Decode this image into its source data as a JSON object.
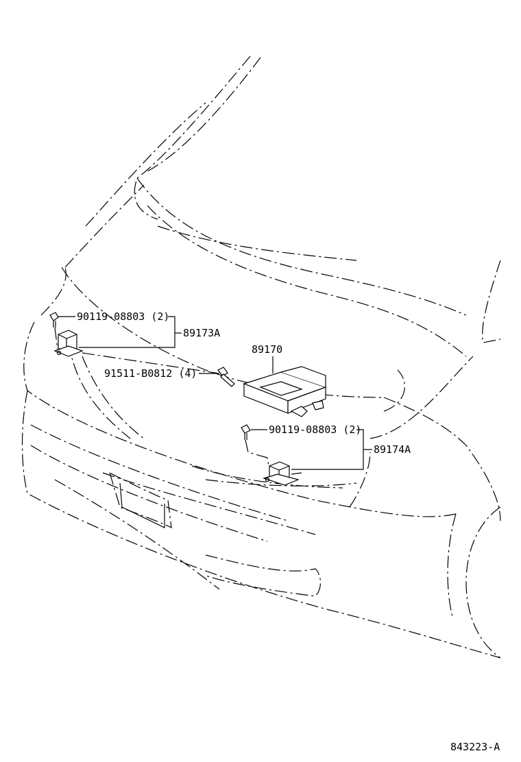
{
  "labels": {
    "bolt_upper": "90119-08803 (2)",
    "sensor_front_lh": "89173A",
    "ecu": "89170",
    "ecu_bolt": "91511-B0812 (4)",
    "bolt_lower": "90119-08803 (2)",
    "sensor_front_rh": "89174A",
    "diagram_code": "843223-A"
  }
}
